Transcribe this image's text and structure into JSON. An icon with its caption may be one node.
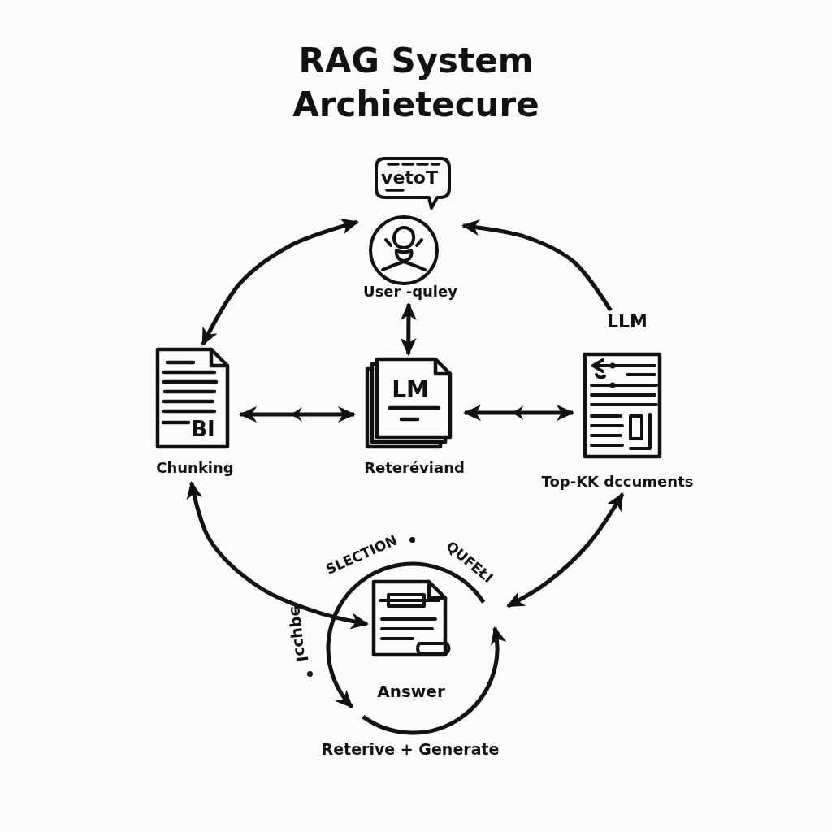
{
  "diagram": {
    "title": "RAG System Archietecure",
    "nodes": [
      {
        "text": [
          "vetoT"
        ]
      },
      {
        "text": [
          "User -quley"
        ]
      },
      {
        "text": [
          "BI",
          "Chunking"
        ]
      },
      {
        "text": [
          "LM",
          "Reteréviand"
        ]
      },
      {
        "text": [
          "Top-KK dccuments"
        ]
      },
      {
        "text": [
          "LLM"
        ]
      },
      {
        "text": [
          "Answer"
        ],
        "beside": [
          "Reterive + Generate"
        ]
      },
      {
        "text": [],
        "shape": "picture",
        "in": 6
      }
    ],
    "edges": [
      {
        "from": 2,
        "to": 1,
        "arrow": "both"
      },
      {
        "from": 5,
        "to": 1,
        "arrow": "to"
      },
      {
        "from": 1,
        "to": 3,
        "arrow": "both"
      },
      {
        "from": 2,
        "to": 3,
        "arrow": "both"
      },
      {
        "from": 3,
        "to": 4,
        "arrow": "both"
      },
      {
        "from": 2,
        "to": 7,
        "arrow": "both"
      },
      {
        "from": 4,
        "to": 6,
        "arrow": "both"
      }
    ],
    "labels": [
      "SLECTION",
      "QUFEŁI",
      "ɘqɥɔɔl"
    ]
  }
}
